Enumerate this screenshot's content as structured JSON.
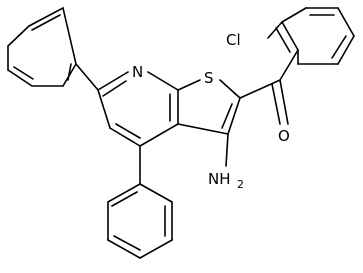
{
  "atoms": {
    "nitrogen": "N",
    "sulfur": "S",
    "chlorine": "Cl",
    "oxygen": "O",
    "amino": "NH",
    "amino_subscript": "2"
  }
}
